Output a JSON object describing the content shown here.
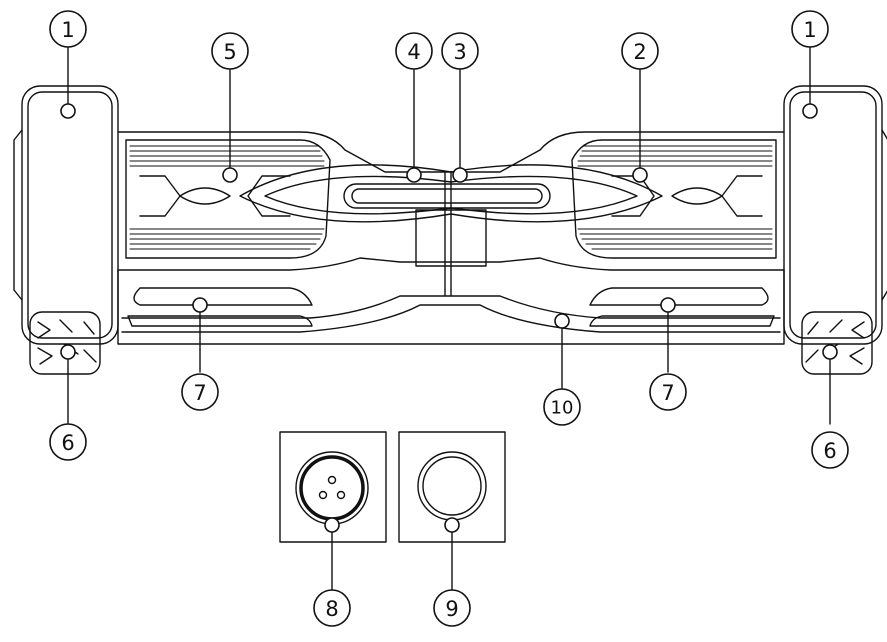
{
  "callouts": {
    "c1_left": "1",
    "c1_right": "1",
    "c2": "2",
    "c3": "3",
    "c4": "4",
    "c5": "5",
    "c6_left": "6",
    "c6_right": "6",
    "c7_left": "7",
    "c7_right": "7",
    "c8": "8",
    "c9": "9",
    "c10": "10"
  },
  "colors": {
    "line": "#111111",
    "background": "#ffffff"
  }
}
